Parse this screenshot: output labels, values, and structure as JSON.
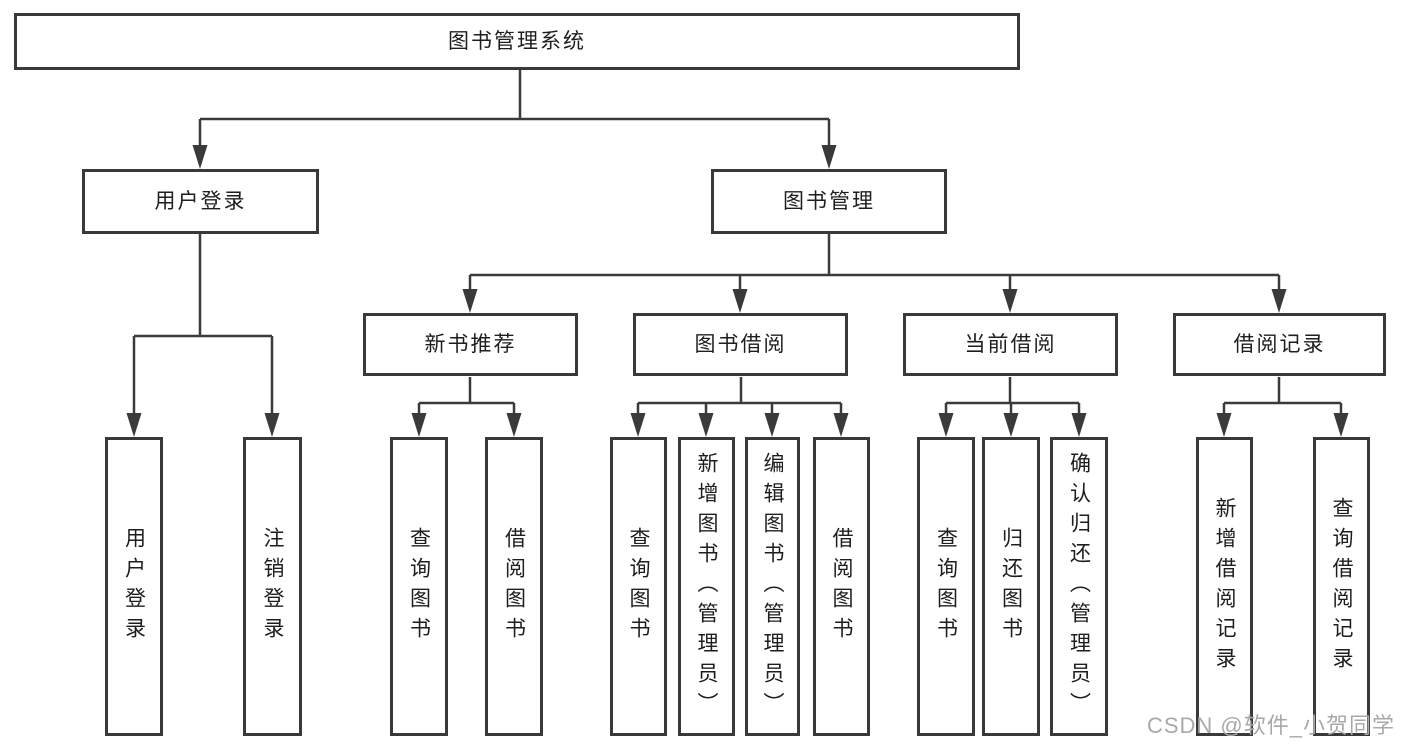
{
  "diagram": {
    "title": "图书管理系统",
    "root": {
      "label": "图书管理系统"
    },
    "level1": [
      {
        "id": "user-login",
        "label": "用户登录"
      },
      {
        "id": "book-management",
        "label": "图书管理"
      }
    ],
    "level2": [
      {
        "id": "new-book-recommend",
        "label": "新书推荐",
        "parent": "book-management"
      },
      {
        "id": "book-borrowing",
        "label": "图书借阅",
        "parent": "book-management"
      },
      {
        "id": "current-borrowing",
        "label": "当前借阅",
        "parent": "book-management"
      },
      {
        "id": "borrowing-records",
        "label": "借阅记录",
        "parent": "book-management"
      }
    ],
    "leaves": [
      {
        "parent": "user-login",
        "label": "用户登录"
      },
      {
        "parent": "user-login",
        "label": "注销登录"
      },
      {
        "parent": "new-book-recommend",
        "label": "查询图书"
      },
      {
        "parent": "new-book-recommend",
        "label": "借阅图书"
      },
      {
        "parent": "book-borrowing",
        "label": "查询图书"
      },
      {
        "parent": "book-borrowing",
        "label": "新增图书（管理员）"
      },
      {
        "parent": "book-borrowing",
        "label": "编辑图书（管理员）"
      },
      {
        "parent": "book-borrowing",
        "label": "借阅图书"
      },
      {
        "parent": "current-borrowing",
        "label": "查询图书"
      },
      {
        "parent": "current-borrowing",
        "label": "归还图书"
      },
      {
        "parent": "current-borrowing",
        "label": "确认归还（管理员）"
      },
      {
        "parent": "borrowing-records",
        "label": "新增借阅记录"
      },
      {
        "parent": "borrowing-records",
        "label": "查询借阅记录"
      }
    ],
    "colors": {
      "line": "#3a3a3a",
      "box_border": "#393939",
      "text": "#1e1e1e",
      "background": "#ffffff"
    }
  },
  "watermark": {
    "text": "CSDN @软件_小贺同学",
    "color": "#a9a9a9"
  }
}
